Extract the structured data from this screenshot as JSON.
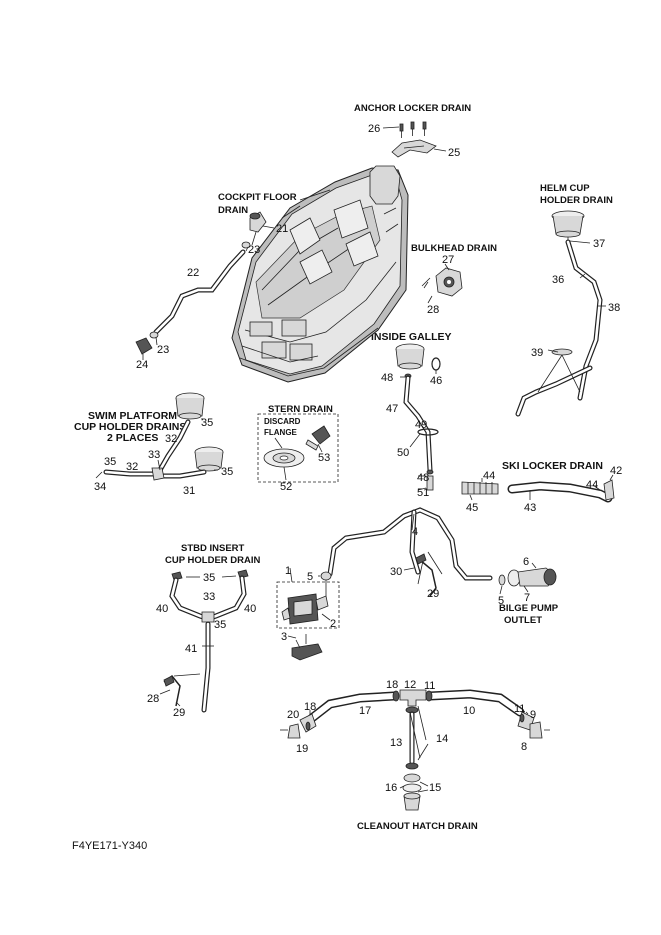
{
  "sections": {
    "anchor_locker_drain": "ANCHOR LOCKER DRAIN",
    "cockpit_floor_drain_1": "COCKPIT FLOOR",
    "cockpit_floor_drain_2": "DRAIN",
    "helm_cup_holder_drain_1": "HELM CUP",
    "helm_cup_holder_drain_2": "HOLDER DRAIN",
    "bulkhead_drain": "BULKHEAD DRAIN",
    "inside_galley": "INSIDE GALLEY",
    "swim_platform_1": "SWIM PLATFORM",
    "swim_platform_2": "CUP HOLDER DRAINS",
    "swim_platform_3": "2 PLACES",
    "stern_drain": "STERN DRAIN",
    "discard_1": "DISCARD",
    "discard_2": "FLANGE",
    "ski_locker_drain": "SKI LOCKER DRAIN",
    "stbd_insert_1": "STBD INSERT",
    "stbd_insert_2": "CUP HOLDER DRAIN",
    "bilge_pump_outlet_1": "BILGE PUMP",
    "bilge_pump_outlet_2": "OUTLET",
    "cleanout_hatch_drain": "CLEANOUT HATCH DRAIN"
  },
  "diagram_code": "F4YE171-Y340",
  "callouts": [
    {
      "id": "c26",
      "text": "26"
    },
    {
      "id": "c25",
      "text": "25"
    },
    {
      "id": "c21",
      "text": "21"
    },
    {
      "id": "c23a",
      "text": "23"
    },
    {
      "id": "c22",
      "text": "22"
    },
    {
      "id": "c23b",
      "text": "23"
    },
    {
      "id": "c24",
      "text": "24"
    },
    {
      "id": "c27",
      "text": "27"
    },
    {
      "id": "c28a",
      "text": "28"
    },
    {
      "id": "c37",
      "text": "37"
    },
    {
      "id": "c36",
      "text": "36"
    },
    {
      "id": "c38",
      "text": "38"
    },
    {
      "id": "c39",
      "text": "39"
    },
    {
      "id": "c48a",
      "text": "48"
    },
    {
      "id": "c46",
      "text": "46"
    },
    {
      "id": "c47",
      "text": "47"
    },
    {
      "id": "c49",
      "text": "49"
    },
    {
      "id": "c50",
      "text": "50"
    },
    {
      "id": "c48b",
      "text": "48"
    },
    {
      "id": "c51",
      "text": "51"
    },
    {
      "id": "c35a",
      "text": "35"
    },
    {
      "id": "c32a",
      "text": "32"
    },
    {
      "id": "c33a",
      "text": "33"
    },
    {
      "id": "c35b",
      "text": "35"
    },
    {
      "id": "c35c",
      "text": "35"
    },
    {
      "id": "c32b",
      "text": "32"
    },
    {
      "id": "c34",
      "text": "34"
    },
    {
      "id": "c31",
      "text": "31"
    },
    {
      "id": "c53",
      "text": "53"
    },
    {
      "id": "c52",
      "text": "52"
    },
    {
      "id": "c44a",
      "text": "44"
    },
    {
      "id": "c42",
      "text": "42"
    },
    {
      "id": "c44b",
      "text": "44"
    },
    {
      "id": "c45",
      "text": "45"
    },
    {
      "id": "c43",
      "text": "43"
    },
    {
      "id": "c4",
      "text": "4"
    },
    {
      "id": "c1",
      "text": "1"
    },
    {
      "id": "c5a",
      "text": "5"
    },
    {
      "id": "c2",
      "text": "2"
    },
    {
      "id": "c3",
      "text": "3"
    },
    {
      "id": "c30",
      "text": "30"
    },
    {
      "id": "c29a",
      "text": "29"
    },
    {
      "id": "c6",
      "text": "6"
    },
    {
      "id": "c5b",
      "text": "5"
    },
    {
      "id": "c7",
      "text": "7"
    },
    {
      "id": "c35d",
      "text": "35"
    },
    {
      "id": "c33b",
      "text": "33"
    },
    {
      "id": "c40a",
      "text": "40"
    },
    {
      "id": "c40b",
      "text": "40"
    },
    {
      "id": "c35e",
      "text": "35"
    },
    {
      "id": "c41",
      "text": "41"
    },
    {
      "id": "c28b",
      "text": "28"
    },
    {
      "id": "c29b",
      "text": "29"
    },
    {
      "id": "c18a",
      "text": "18"
    },
    {
      "id": "c12",
      "text": "12"
    },
    {
      "id": "c18b",
      "text": "18"
    },
    {
      "id": "c11a",
      "text": "11"
    },
    {
      "id": "c17",
      "text": "17"
    },
    {
      "id": "c10",
      "text": "10"
    },
    {
      "id": "c20",
      "text": "20"
    },
    {
      "id": "c19",
      "text": "19"
    },
    {
      "id": "c11b",
      "text": "11"
    },
    {
      "id": "c9",
      "text": "9"
    },
    {
      "id": "c8",
      "text": "8"
    },
    {
      "id": "c13",
      "text": "13"
    },
    {
      "id": "c14",
      "text": "14"
    },
    {
      "id": "c16",
      "text": "16"
    },
    {
      "id": "c15",
      "text": "15"
    }
  ]
}
